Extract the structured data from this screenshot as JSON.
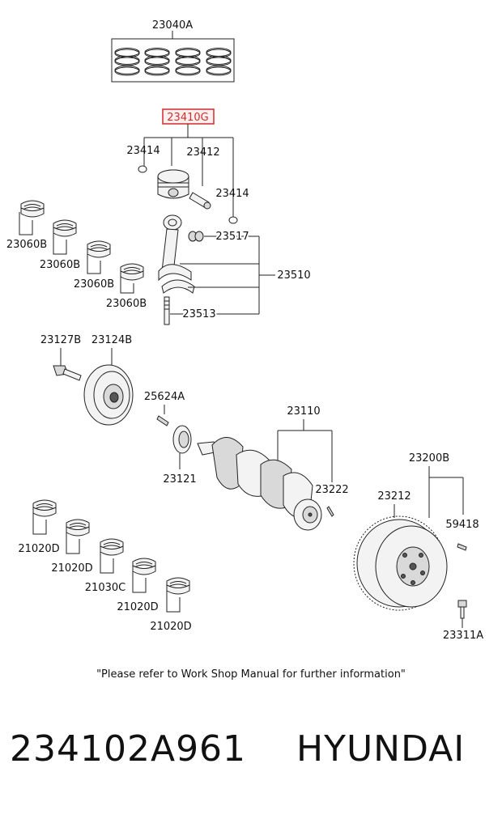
{
  "labels": {
    "piston_ring_set": "23040A",
    "piston_assy": "23410G",
    "snap_ring_left": "23414",
    "piston_pin": "23412",
    "snap_ring_right": "23414",
    "conrod_bearing": "23517",
    "conrod_assy": "23510",
    "conrod_bolt": "23513",
    "bearing_1": "23060B",
    "bearing_2": "23060B",
    "bearing_3": "23060B",
    "bearing_4": "23060B",
    "pulley_bolt": "23127B",
    "damper_pulley": "23124B",
    "key": "25624A",
    "sprocket": "23121",
    "crankshaft": "23110",
    "pin": "23222",
    "main_bearing_1": "21020D",
    "main_bearing_2": "21020D",
    "main_bearing_3": "21030C",
    "main_bearing_4": "21020D",
    "main_bearing_5": "21020D",
    "flywheel_assy": "23200B",
    "ring_gear": "23212",
    "flywheel_pin": "59418",
    "flywheel_bolt": "23311A"
  },
  "highlight_color": "#d42a2a",
  "note": "\"Please refer to Work Shop Manual for further information\"",
  "footer": {
    "part_number": "234102A961",
    "brand": "HYUNDAI"
  }
}
